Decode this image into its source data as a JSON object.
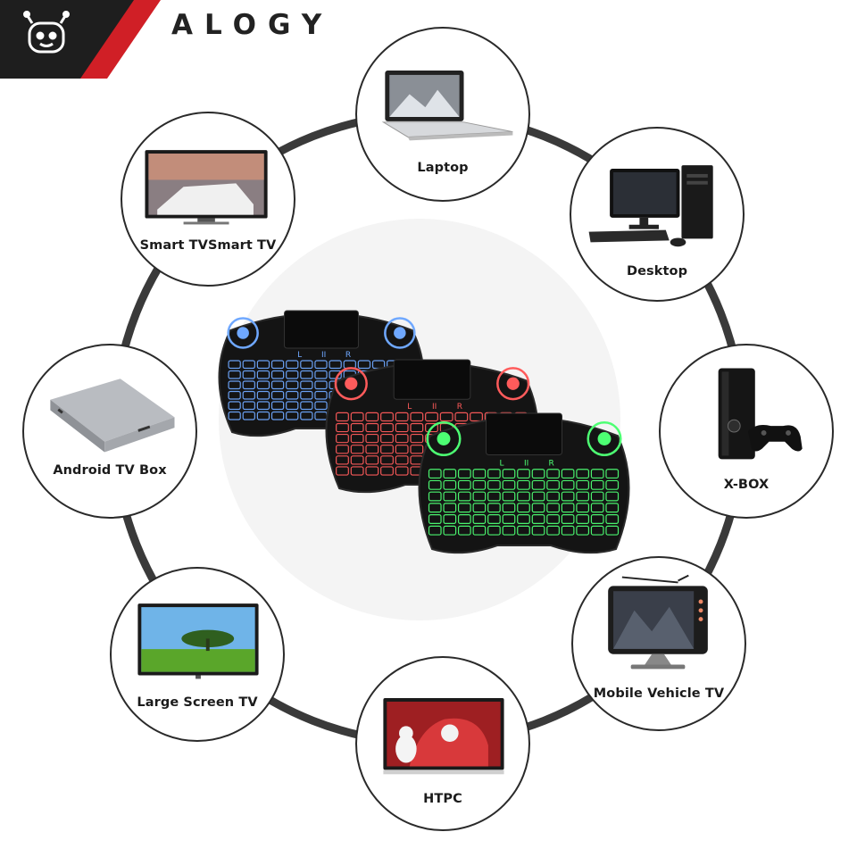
{
  "brand": {
    "name": "ALOGY",
    "logo": "robot-head-icon",
    "colors": {
      "dark": "#1e1e1e",
      "accent": "#d01f26"
    }
  },
  "devices": [
    {
      "id": "laptop",
      "label": "Laptop",
      "icon": "laptop-icon"
    },
    {
      "id": "desktop",
      "label": "Desktop",
      "icon": "desktop-computer-icon"
    },
    {
      "id": "xbox",
      "label": "X-BOX",
      "icon": "xbox-console-icon"
    },
    {
      "id": "mobile-vehicle-tv",
      "label": "Mobile Vehicle TV",
      "icon": "vehicle-tv-icon"
    },
    {
      "id": "htpc",
      "label": "HTPC",
      "icon": "htpc-tv-icon"
    },
    {
      "id": "large-screen-tv",
      "label": "Large Screen TV",
      "icon": "large-tv-icon"
    },
    {
      "id": "android-tv-box",
      "label": "Android TV Box",
      "icon": "tv-box-icon"
    },
    {
      "id": "smart-tv",
      "label": "Smart TVSmart TV",
      "icon": "smart-tv-icon"
    }
  ],
  "keyboards": [
    {
      "name": "keyboard-blue",
      "color": "#6fa8ff",
      "touchpad_keys": [
        "L",
        "II",
        "R"
      ]
    },
    {
      "name": "keyboard-red",
      "color": "#ff5b5b",
      "touchpad_keys": [
        "L",
        "II",
        "R"
      ]
    },
    {
      "name": "keyboard-green",
      "color": "#4dff73",
      "touchpad_keys": [
        "L",
        "II",
        "R"
      ]
    }
  ]
}
